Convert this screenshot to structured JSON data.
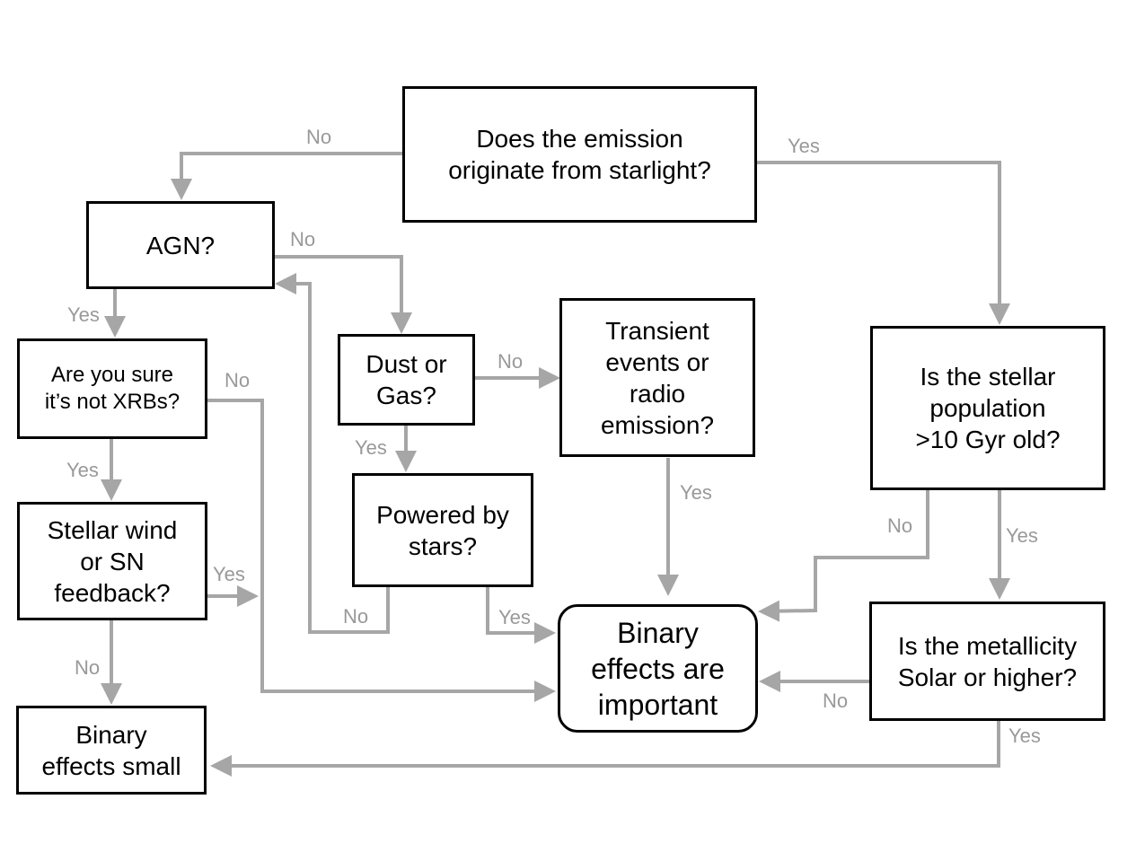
{
  "colors": {
    "arrow": "#a6a6a6",
    "border": "#000000",
    "label": "#999999",
    "text": "#000000"
  },
  "nodes": {
    "starlight": "Does the emission\noriginate from starlight?",
    "agn": "AGN?",
    "xrbs": "Are you sure\nit’s not XRBs?",
    "wind": "Stellar wind\nor SN\nfeedback?",
    "small": "Binary\neffects small",
    "dust": "Dust or\nGas?",
    "powered": "Powered by\nstars?",
    "transient": "Transient\nevents or\nradio\nemission?",
    "important": "Binary\neffects are\nimportant",
    "old": "Is the stellar\npopulation\n>10 Gyr old?",
    "metal": "Is the metallicity\nSolar or higher?"
  },
  "labels": {
    "start_no": "No",
    "start_yes": "Yes",
    "agn_no": "No",
    "agn_yes": "Yes",
    "xrbs_no": "No",
    "xrbs_yes": "Yes",
    "wind_yes": "Yes",
    "wind_no": "No",
    "dust_no": "No",
    "dust_yes": "Yes",
    "powered_no": "No",
    "powered_yes": "Yes",
    "transient_yes": "Yes",
    "old_no": "No",
    "old_yes": "Yes",
    "metal_no": "No",
    "metal_yes": "Yes"
  }
}
